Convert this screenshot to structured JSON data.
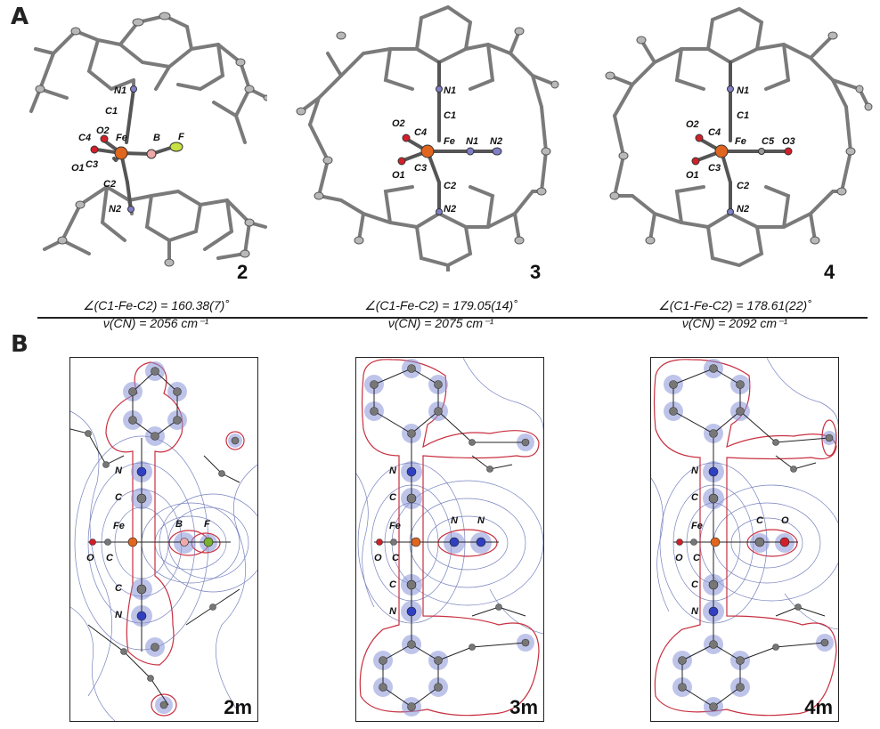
{
  "panels": {
    "a": "A",
    "b": "B"
  },
  "structures": [
    {
      "id": "2",
      "labels": {
        "n1": "N1",
        "c1": "C1",
        "o2": "O2",
        "c4": "C4",
        "fe": "Fe",
        "b": "B",
        "f": "F",
        "o1": "O1",
        "c3": "C3",
        "c2": "C2",
        "n2": "N2"
      },
      "caption_angle": "∠(C1-Fe-C2) = 160.38(7)˚",
      "caption_freq": "ν(CN) = 2056 cm⁻¹"
    },
    {
      "id": "3",
      "labels": {
        "n1": "N1",
        "c1": "C1",
        "o2": "O2",
        "c4": "C4",
        "fe": "Fe",
        "na": "N1",
        "nb": "N2",
        "o1": "O1",
        "c3": "C3",
        "c2": "C2",
        "n2": "N2"
      },
      "caption_angle": "∠(C1-Fe-C2) = 179.05(14)˚",
      "caption_freq": "ν(CN) = 2075 cm⁻¹"
    },
    {
      "id": "4",
      "labels": {
        "n1": "N1",
        "c1": "C1",
        "o2": "O2",
        "c4": "C4",
        "fe": "Fe",
        "c5": "C5",
        "o3": "O3",
        "o1": "O1",
        "c3": "C3",
        "c2": "C2",
        "n2": "N2"
      },
      "caption_angle": "∠(C1-Fe-C2) = 178.61(22)˚",
      "caption_freq": "ν(CN) = 2092 cm⁻¹"
    }
  ],
  "maps": [
    {
      "id": "2m",
      "labels": {
        "n_top": "N",
        "c_top": "C",
        "fe": "Fe",
        "o": "O",
        "c": "C",
        "c_bot": "C",
        "n_bot": "N",
        "x1": "B",
        "x2": "F"
      }
    },
    {
      "id": "3m",
      "labels": {
        "n_top": "N",
        "c_top": "C",
        "fe": "Fe",
        "o": "O",
        "c": "C",
        "c_bot": "C",
        "n_bot": "N",
        "x1": "N",
        "x2": "N"
      }
    },
    {
      "id": "4m",
      "labels": {
        "n_top": "N",
        "c_top": "C",
        "fe": "Fe",
        "o": "O",
        "c": "C",
        "c_bot": "C",
        "n_bot": "N",
        "x1": "C",
        "x2": "O"
      }
    }
  ],
  "colors": {
    "fe": "#e0651e",
    "oxygen": "#d2202a",
    "nitrogen": "#8080c8",
    "boron": "#f0a8a8",
    "fluorine": "#c8e040",
    "carbon": "#9a9a9a",
    "contour_blue": "#4a58a8",
    "contour_red": "#c83040",
    "density_fill": "#8a94d8"
  }
}
